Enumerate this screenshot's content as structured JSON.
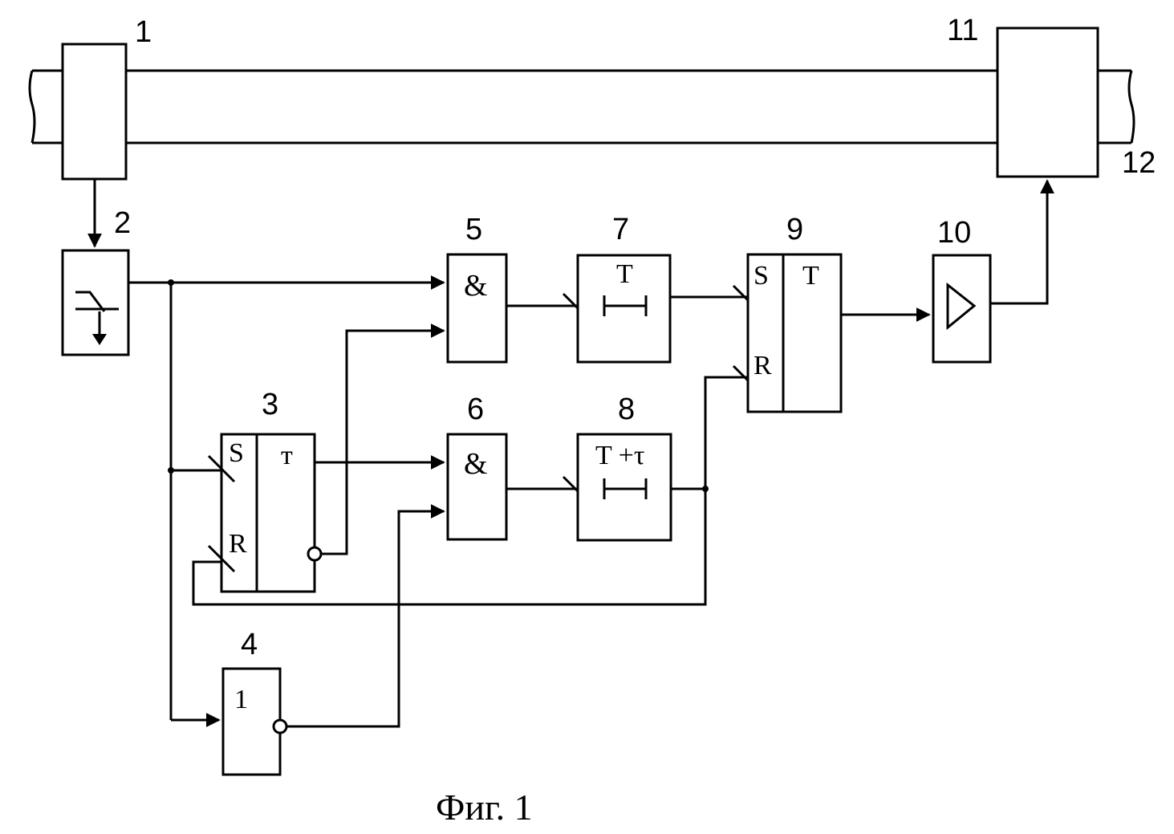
{
  "figure": {
    "caption": "Фиг. 1",
    "labels": {
      "b1": "1",
      "b2": "2",
      "b3": "3",
      "b4": "4",
      "b5": "5",
      "b6": "6",
      "b7": "7",
      "b8": "8",
      "b9": "9",
      "b10": "10",
      "b11": "11",
      "b12": "12"
    },
    "trigger3": {
      "set": "S",
      "reset": "R",
      "type": "т"
    },
    "gate5": "&",
    "gate6": "&",
    "inverter4": "1",
    "timer7": "T",
    "timer8": "T +τ",
    "trigger9": {
      "set": "S",
      "reset": "R",
      "type": "T"
    }
  }
}
